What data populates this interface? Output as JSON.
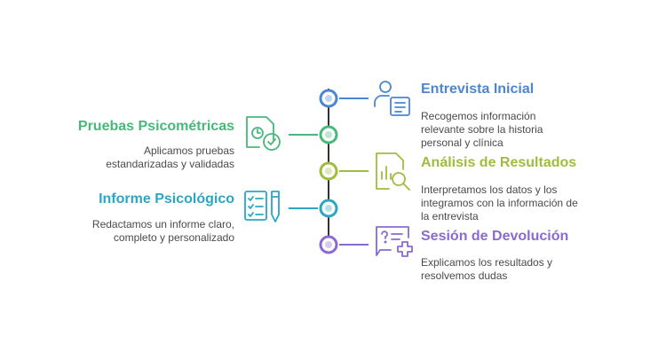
{
  "colors": {
    "blue": "#4a86d4",
    "green": "#46b97a",
    "olive": "#9fbd3c",
    "teal": "#2ba6c4",
    "purple": "#8a6ad0",
    "axis": "#333333"
  },
  "steps": [
    {
      "title": "Entrevista Inicial",
      "lines": [
        "Recogemos información",
        "relevante sobre la historia",
        "personal y clínica"
      ],
      "icon": "interview-icon"
    },
    {
      "title": "Pruebas Psicométricas",
      "lines": [
        "Aplicamos pruebas",
        "estandarizadas y validadas"
      ],
      "icon": "document-clock-icon"
    },
    {
      "title": "Análisis de Resultados",
      "lines": [
        "Interpretamos los datos y los",
        "integramos con la información de",
        "la entrevista"
      ],
      "icon": "chart-magnifier-icon"
    },
    {
      "title": "Informe Psicológico",
      "lines": [
        "Redactamos un informe claro,",
        "completo y personalizado"
      ],
      "icon": "checklist-pen-icon"
    },
    {
      "title": "Sesión de Devolución",
      "lines": [
        "Explicamos los resultados y",
        "resolvemos dudas"
      ],
      "icon": "chat-plus-icon"
    }
  ]
}
